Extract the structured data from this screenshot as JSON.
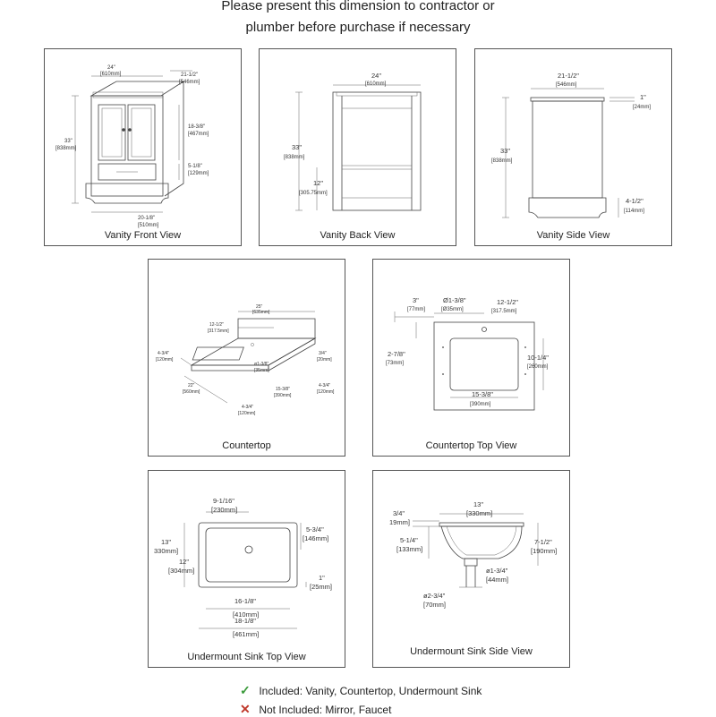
{
  "header": {
    "line1": "Please present this dimension to contractor or",
    "line2": "plumber before purchase if necessary"
  },
  "panels": {
    "front": {
      "caption": "Vanity Front View",
      "dims": {
        "w_in": "24\"",
        "w_mm": "[610mm]",
        "d_in": "21-1/2\"",
        "d_mm": "[546mm]",
        "h_in": "33\"",
        "h_mm": "[838mm]",
        "door_in": "18-3/8\"",
        "door_mm": "[467mm]",
        "drawer_in": "5-1/8\"",
        "drawer_mm": "[129mm]",
        "base_in": "20-1/8\"",
        "base_mm": "[510mm]"
      }
    },
    "back": {
      "caption": "Vanity Back View",
      "dims": {
        "w_in": "24\"",
        "w_mm": "[610mm]",
        "h_in": "33\"",
        "h_mm": "[838mm]",
        "low_in": "12\"",
        "low_mm": "[305.75mm]"
      }
    },
    "side": {
      "caption": "Vanity Side View",
      "dims": {
        "d_in": "21-1/2\"",
        "d_mm": "[546mm]",
        "top_in": "1\"",
        "top_mm": "[24mm]",
        "h_in": "33\"",
        "h_mm": "[838mm]",
        "toe_in": "4-1/2\"",
        "toe_mm": "[114mm]"
      }
    },
    "countertop": {
      "caption": "Countertop",
      "dims": {
        "w_in": "25\"",
        "w_mm": "[635mm]",
        "c_in": "12-1/2\"",
        "c_mm": "[317.5mm]",
        "bs_in": "4-3/4\"",
        "bs_mm": "[120mm]",
        "d_in": "22\"",
        "d_mm": "[560mm]",
        "hole_in": "ø1-3/8\"",
        "hole_mm": "[35mm]",
        "thk_in": "3/4\"",
        "thk_mm": "[20mm]",
        "side_in": "4-3/4\"",
        "side_mm": "[120mm]",
        "sink_in": "15-3/8\"",
        "sink_mm": "[390mm]",
        "front_in": "4-3/4\"",
        "front_mm": "[120mm]"
      }
    },
    "countertop_top": {
      "caption": "Countertop Top View",
      "dims": {
        "off_in": "3\"",
        "off_mm": "[77mm]",
        "hole_in": "Ø1-3/8\"",
        "hole_mm": "[Ø35mm]",
        "c_in": "12-1/2\"",
        "c_mm": "[317.5mm]",
        "y_in": "2-7/8\"",
        "y_mm": "[73mm]",
        "h_in": "10-1/4\"",
        "h_mm": "[260mm]",
        "w_in": "15-3/8\"",
        "w_mm": "[390mm]"
      }
    },
    "sink_top": {
      "caption": "Undermount Sink Top View",
      "dims": {
        "c_in": "9-1/16\"",
        "c_mm": "[230mm]",
        "r_in": "5-3/4\"",
        "r_mm": "[146mm]",
        "h_in": "13\"",
        "h_mm": "330mm]",
        "ih_in": "12\"",
        "ih_mm": "[304mm]",
        "rim_in": "1\"",
        "rim_mm": "[25mm]",
        "iw_in": "16-1/8\"",
        "iw_mm": "[410mm]",
        "w_in": "18-1/8\"",
        "w_mm": "[461mm]"
      }
    },
    "sink_side": {
      "caption": "Undermount Sink Side View",
      "dims": {
        "w_in": "13\"",
        "w_mm": "[330mm]",
        "lip_in": "3/4\"",
        "lip_mm": "19mm]",
        "bowl_in": "5-1/4\"",
        "bowl_mm": "[133mm]",
        "h_in": "7-1/2\"",
        "h_mm": "[190mm]",
        "drain_in": "ø1-3/4\"",
        "drain_mm": "[44mm]",
        "pipe_in": "ø2-3/4\"",
        "pipe_mm": "[70mm]"
      }
    }
  },
  "legend": {
    "included": "Included: Vanity, Countertop, Undermount Sink",
    "not_included": "Not Included: Mirror, Faucet",
    "included_color": "#3a9a3a",
    "not_included_color": "#c0392b",
    "included_icon": "check-icon",
    "not_included_icon": "cross-icon"
  }
}
